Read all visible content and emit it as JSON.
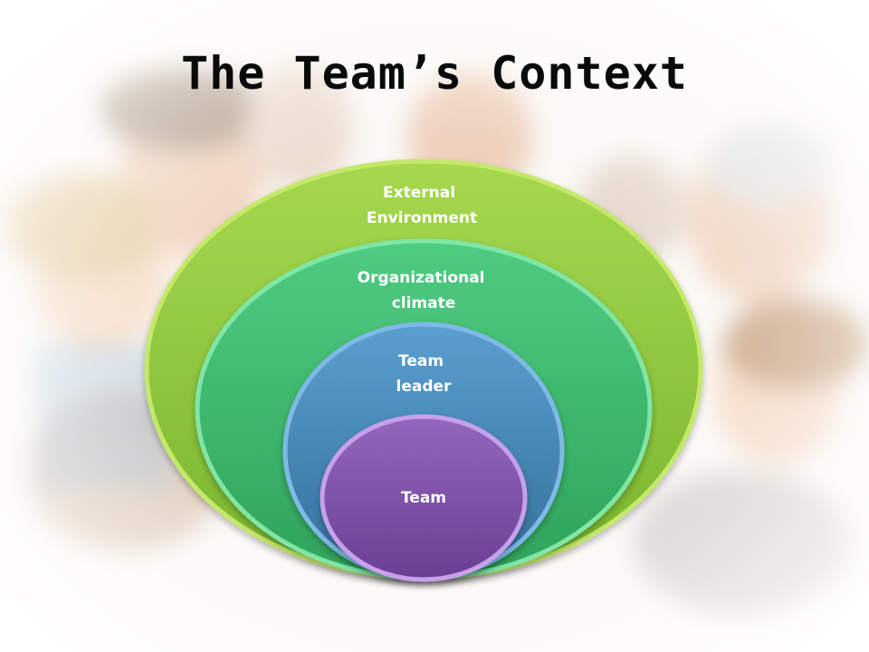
{
  "title": "The Team’s Context",
  "diagram": {
    "type": "nested-circles",
    "rings": [
      {
        "id": "external",
        "lines": [
          "External",
          "Environment"
        ],
        "color": "#8cc63f"
      },
      {
        "id": "organizational",
        "lines": [
          "Organizational",
          "climate"
        ],
        "color": "#3dbb6e"
      },
      {
        "id": "leader",
        "lines": [
          "Team",
          "leader"
        ],
        "color": "#3f87b8"
      },
      {
        "id": "team",
        "lines": [
          "Team"
        ],
        "color": "#7d4fa5"
      }
    ]
  }
}
